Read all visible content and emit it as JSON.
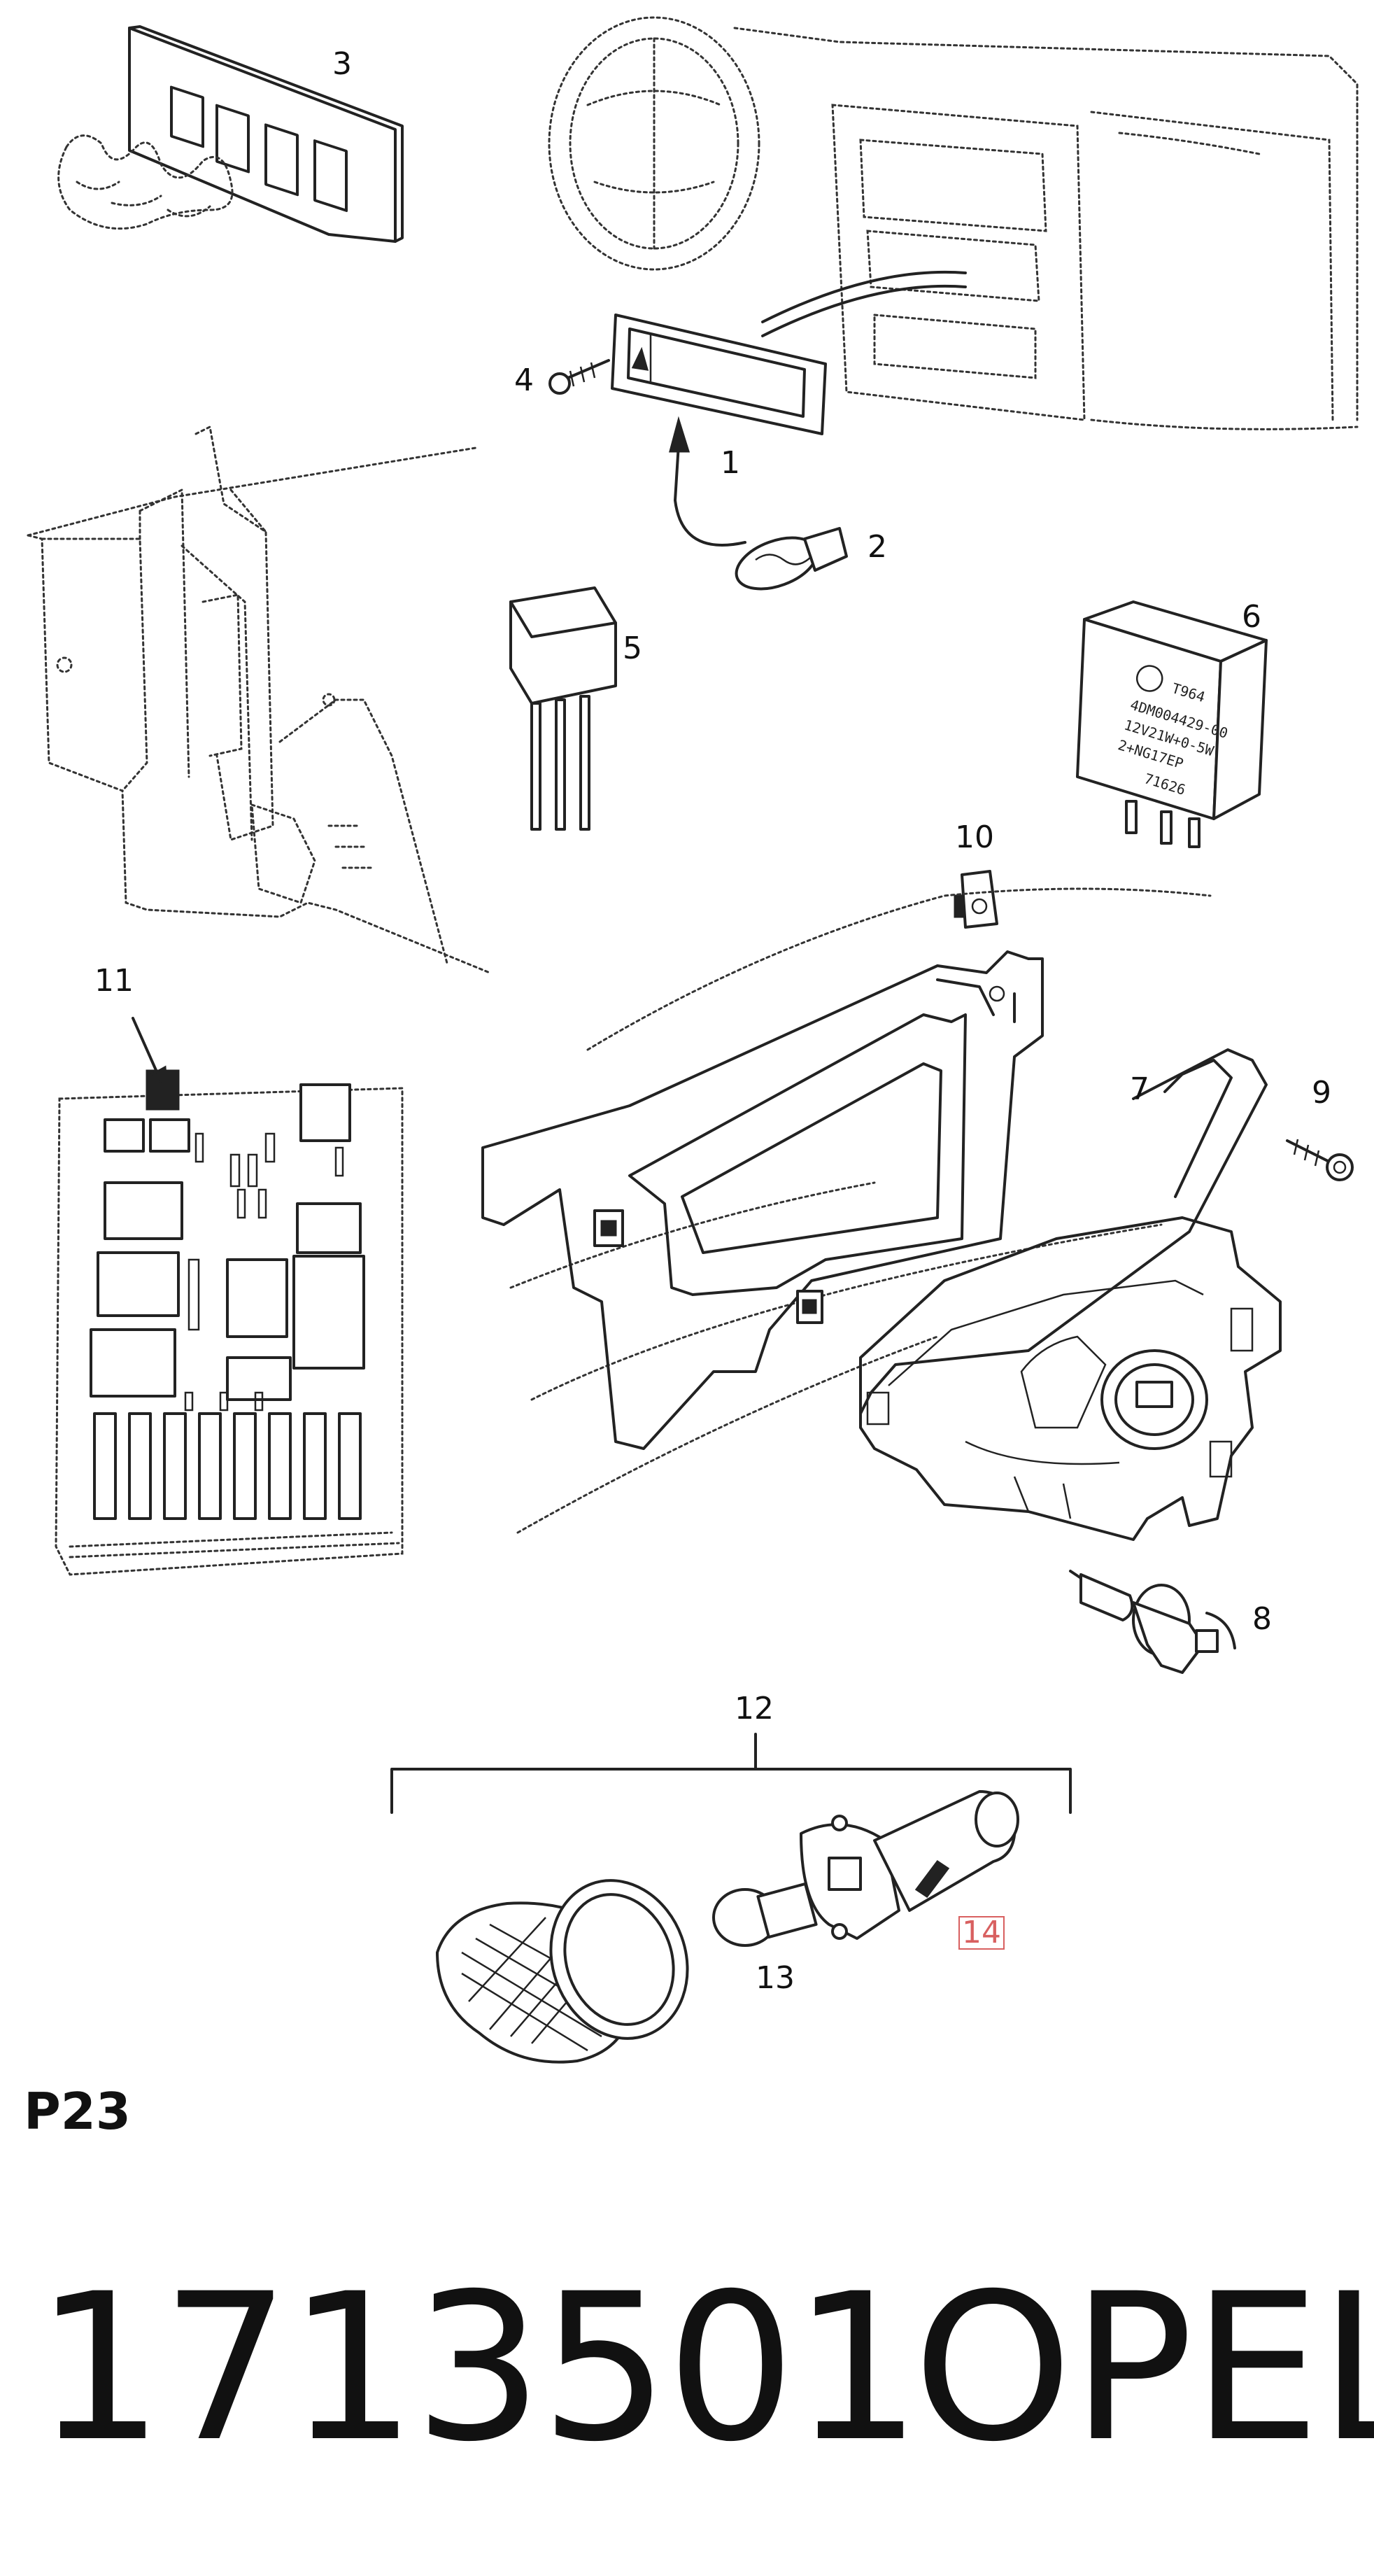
{
  "callouts": {
    "c1": "1",
    "c2": "2",
    "c3": "3",
    "c4": "4",
    "c5": "5",
    "c6": "6",
    "c7": "7",
    "c8": "8",
    "c9": "9",
    "c10": "10",
    "c11": "11",
    "c12": "12",
    "c13": "13",
    "c14": "14"
  },
  "relay_label": {
    "line1": "T964",
    "line2": "4DM004429-00",
    "line3": "12V21W+0-5W",
    "line4": "2+NG17EP",
    "line5": "71626"
  },
  "page_code": "P23",
  "part_number": "1713501",
  "brand": "OPEL",
  "colors": {
    "ink": "#222222",
    "highlight": "#d86060"
  }
}
